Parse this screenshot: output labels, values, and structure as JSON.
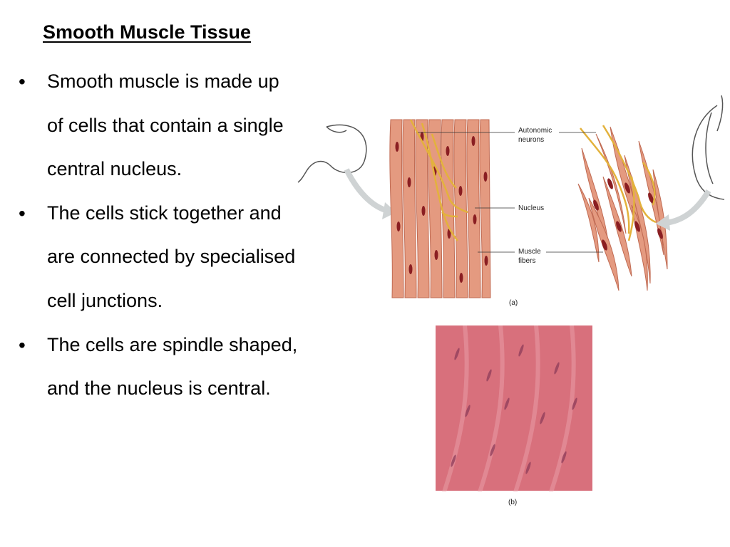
{
  "slide": {
    "title": "Smooth Muscle Tissue",
    "bullets": [
      "Smooth muscle is made up of cells that contain a single central nucleus.",
      "The cells stick together and are connected by specialised cell junctions.",
      "The cells are spindle shaped, and the nucleus is central."
    ]
  },
  "figure": {
    "labels": {
      "autonomic_line1": "Autonomic",
      "autonomic_line2": "neurons",
      "nucleus": "Nucleus",
      "fibers_line1": "Muscle",
      "fibers_line2": "fibers",
      "caption_a": "(a)",
      "caption_b": "(b)"
    },
    "colors": {
      "fiber": "#e49a80",
      "fiber_edge": "#c06a52",
      "nucleus": "#8a1e22",
      "neuron": "#e3b23c",
      "micrograph": "#d8707c"
    }
  }
}
